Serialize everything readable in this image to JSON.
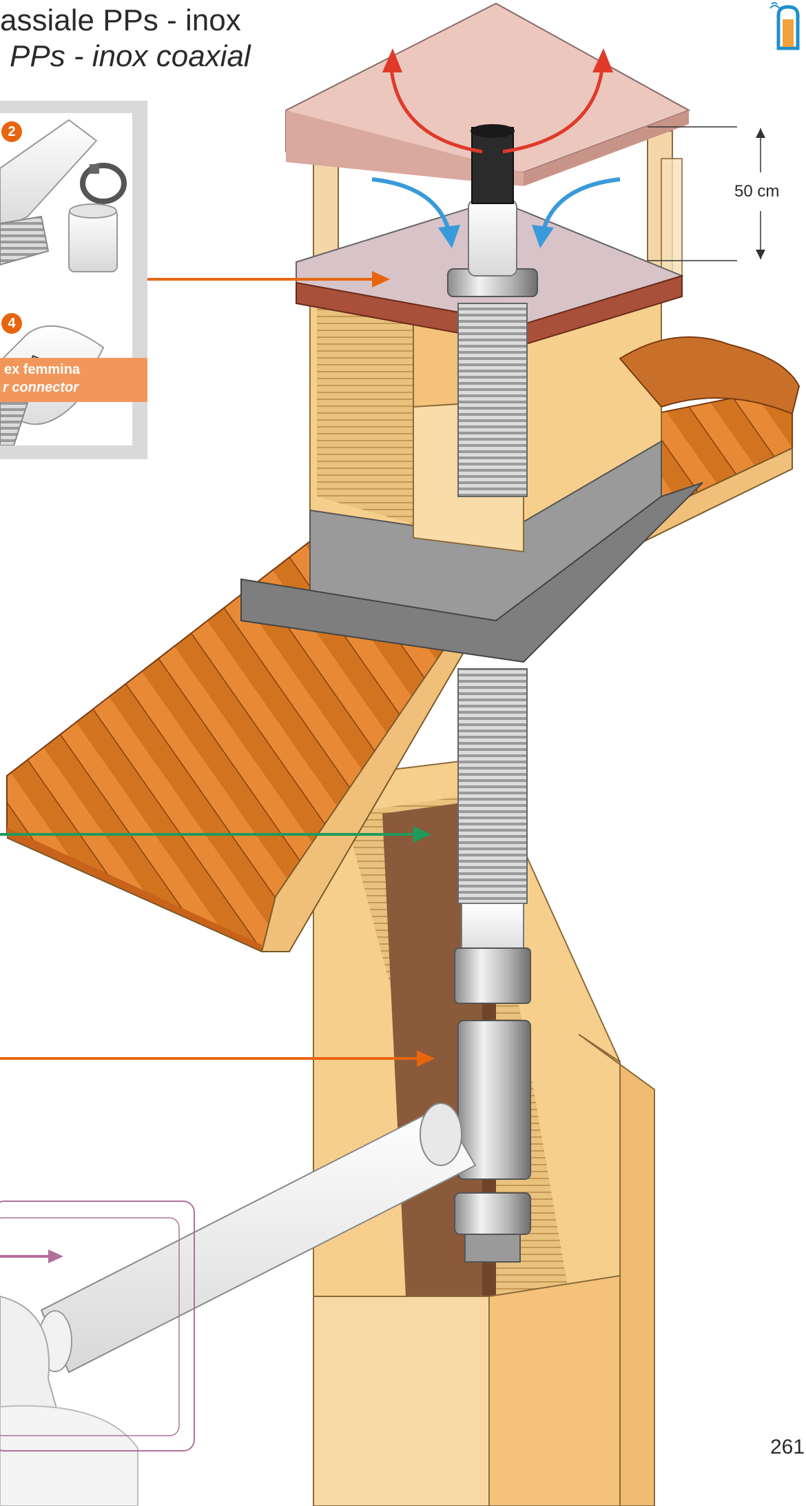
{
  "header": {
    "title": "assiale PPs - inox",
    "subtitle": "PPs - inox coaxial"
  },
  "inset": {
    "badges": [
      "2",
      "4"
    ],
    "label_line1": "ex femmina",
    "label_line2": "r connector"
  },
  "dimension": {
    "label": "50 cm"
  },
  "page_number": "261",
  "colors": {
    "orange_accent": "#e8650f",
    "label_band": "#f2975c",
    "green_arrow": "#1f9a5a",
    "purple_arrow": "#b0709a",
    "blue_arrow": "#3a9ad9",
    "red_arrow": "#e03a2a"
  },
  "icons": {
    "logo": "chimney-signal-logo"
  }
}
